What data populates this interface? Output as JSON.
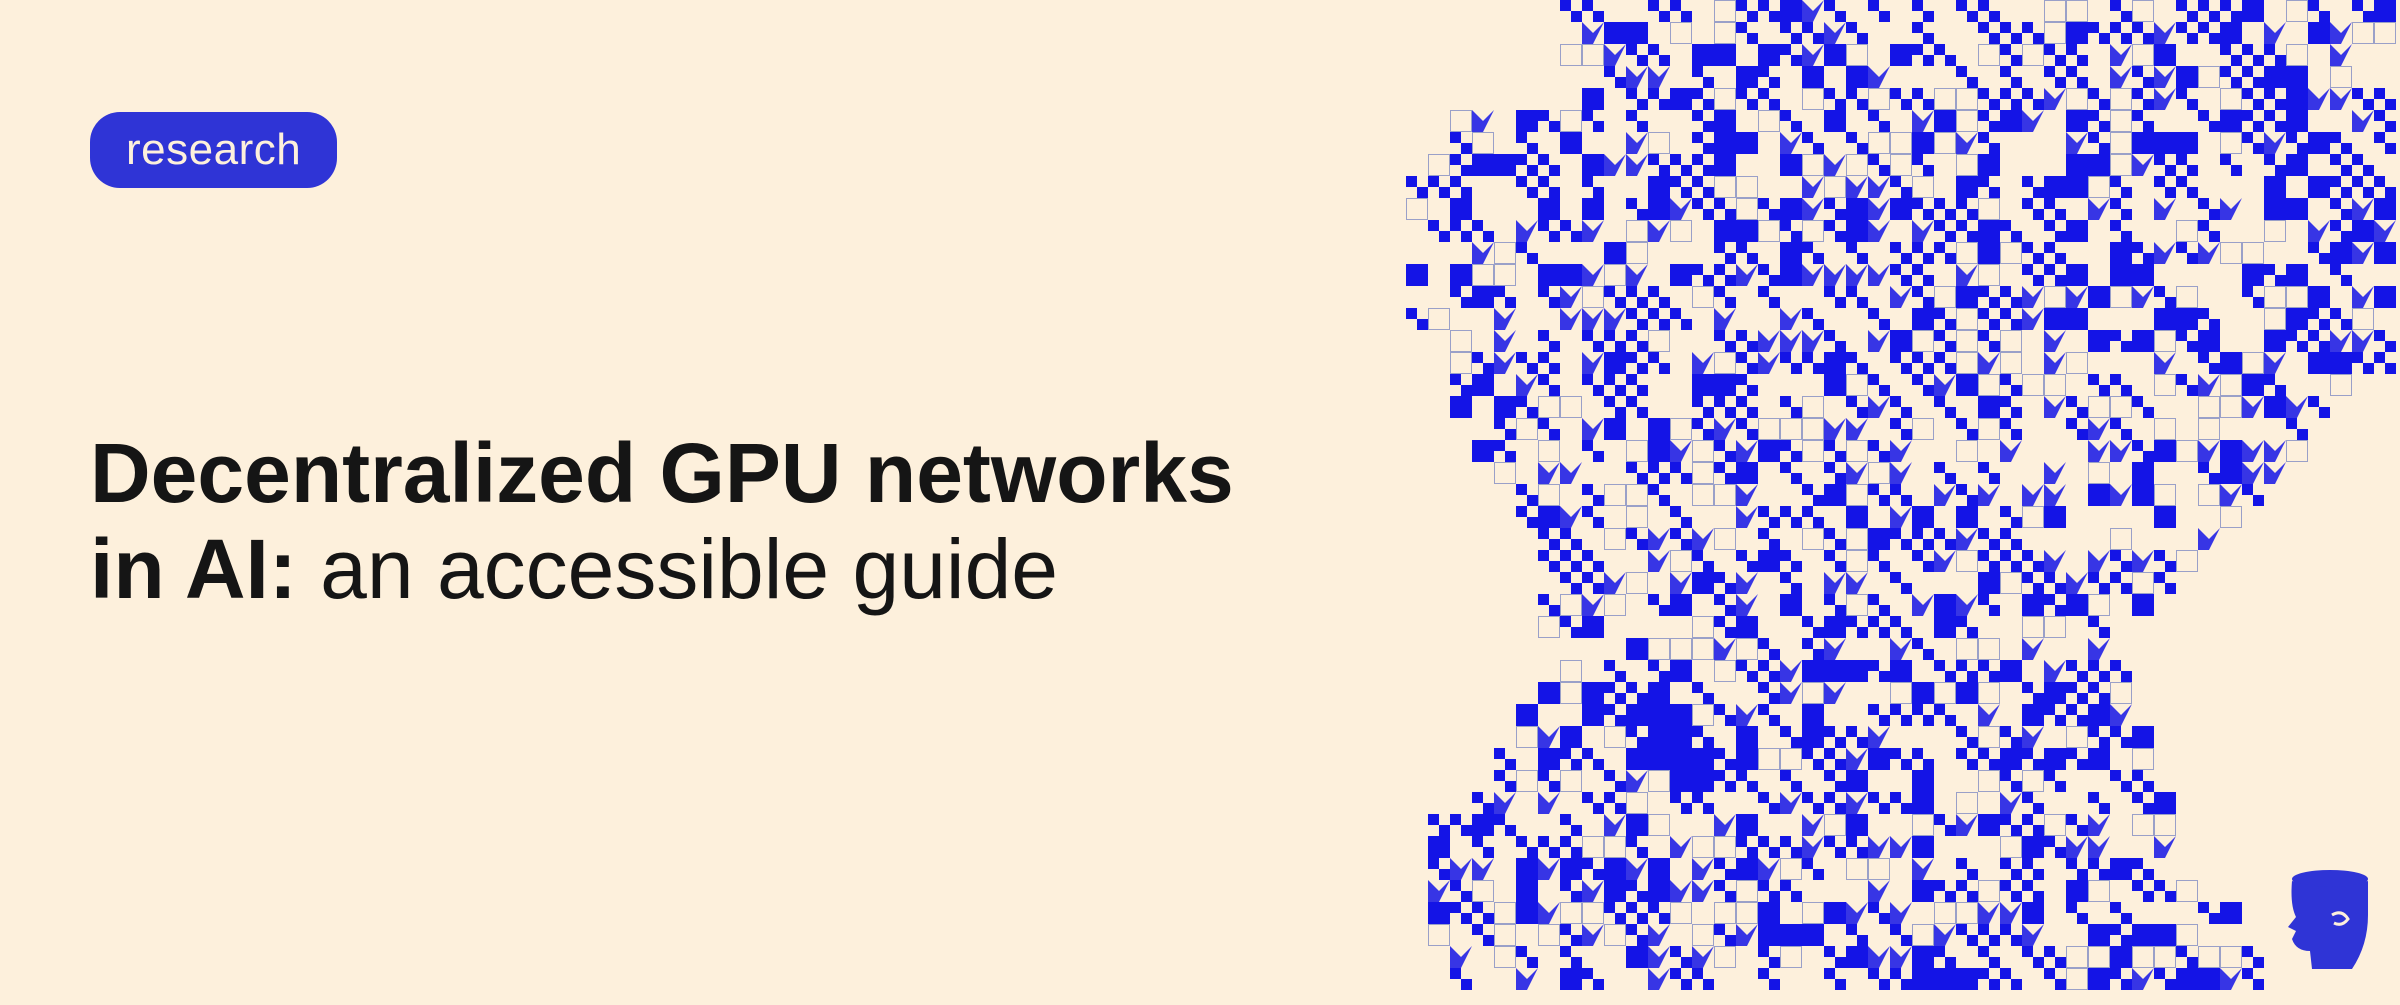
{
  "badge": {
    "label": "research"
  },
  "headline": {
    "bold_part_1": "Decentralized GPU networks",
    "bold_part_2": "in AI:",
    "regular_part": " an accessible guide"
  },
  "colors": {
    "background": "#fdf0dc",
    "accent": "#2f34d6",
    "pattern": "#1414e6",
    "text": "#151515"
  },
  "art": {
    "icon": "pixel-mosaic-pattern"
  },
  "mascot": {
    "icon": "head-profile-icon"
  }
}
